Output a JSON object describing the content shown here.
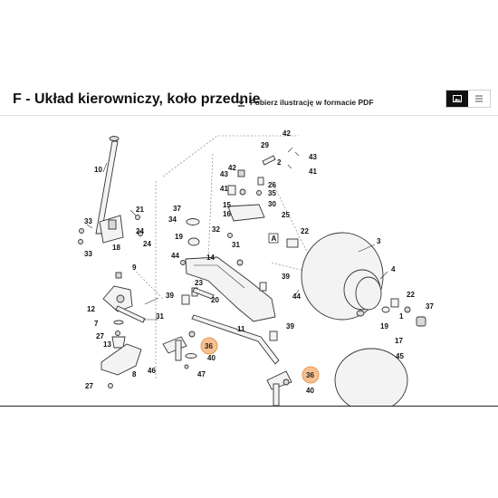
{
  "header": {
    "title": "F - Układ kierowniczy, koło przednie",
    "download_label": "Pobierz ilustrację w formacie PDF",
    "download_icon": "download-icon",
    "view_icons": [
      "image-view-icon",
      "list-view-icon"
    ]
  },
  "diagram": {
    "labels": {
      "l10": "10",
      "l21": "21",
      "l24a": "24",
      "l24b": "24",
      "l33a": "33",
      "l33b": "33",
      "l18": "18",
      "l9": "9",
      "l12": "12",
      "l31": "31",
      "l7": "7",
      "l27a": "27",
      "l13": "13",
      "l8": "8",
      "l46": "46",
      "l27b": "27",
      "l37a": "37",
      "l34": "34",
      "l19a": "19",
      "l32": "32",
      "l31b": "31",
      "l44a": "44",
      "l14": "14",
      "l23": "23",
      "l39a": "39",
      "l20": "20",
      "l42a": "42",
      "l29": "29",
      "l43a": "43",
      "l41a": "41",
      "l2": "2",
      "l42b": "42",
      "l43b": "43",
      "l41b": "41",
      "l26": "26",
      "l35": "35",
      "l30": "30",
      "l15": "15",
      "l16": "16",
      "l25": "25",
      "l22a": "22",
      "l39b": "39",
      "l44b": "44",
      "l11": "11",
      "l39c": "39",
      "l40a": "40",
      "l47": "47",
      "l3": "3",
      "l4": "4",
      "l22b": "22",
      "l37b": "37",
      "l1": "1",
      "l19b": "19",
      "l17": "17",
      "l45": "45",
      "l40b": "40",
      "lA": "A",
      "h36a": "36",
      "h36b": "36"
    }
  }
}
